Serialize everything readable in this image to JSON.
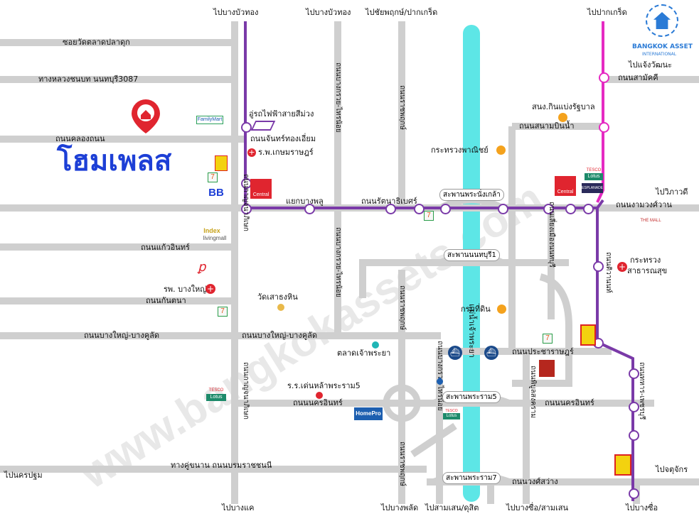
{
  "title": "โฮมเพลส",
  "brand": {
    "name": "BANGKOK ASSET",
    "sub": "INTERNATIONAL"
  },
  "watermark": "www.bangkokassets.com",
  "colors": {
    "road": "#cfcfcf",
    "river": "#5de6e6",
    "purple_line": "#7a3aa8",
    "pink_line": "#e52ac2",
    "title": "#1d3fd6",
    "pin": "#e0252f"
  },
  "directions": {
    "top_bangbuathong_1": "ไปบางบัวทอง",
    "top_bangbuathong_2": "ไปบางบัวทอง",
    "top_chaiyaphruek": "ไปชัยพฤกษ์/ปากเกร็ด",
    "top_pakkret": "ไปปากเกร็ด",
    "chaengwattana": "ไปแจ้งวัฒนะ",
    "viphavadi": "ไปวิภาวดี",
    "chatuchak": "ไปจตุจักร",
    "nakhonpathom": "ไปนครปฐม",
    "bangkhae": "ไปบางแค",
    "bangphlat": "ไปบางพลัด",
    "samsen_dusit": "ไปสามเสน/ดุสิต",
    "bangsue_samsen": "ไปบางซื่อ/สามเสน",
    "bangsue": "ไปบางซื่อ"
  },
  "roads": {
    "soi_wat_talat_pladuk": "ซอยวัดตลาดปลาดุก",
    "highway_3087": "ทางหลวงชนบท นนทบุรี3087",
    "khlong_thanon": "ถนนคลองถนน",
    "chan_thong_iam": "ถนนจันทร์ทองเอี่ยม",
    "kanchanaphisek": "ถนนกาญจนาภิเษก",
    "bang_kruai_sai_noi": "ถนนบางกรวย-ไทรน้อย",
    "ratchaphruek": "ถนนราชพฤกษ์",
    "yaek_bang_phlu": "แยกบางพลู",
    "rattanathibet": "ถนนรัตนาธิเบศร์",
    "samakkhi": "ถนนสามัคคี",
    "sanambinnam": "ถนนสนามบินน้ำ",
    "ngamwongwan": "ถนนงามวงศ์วาน",
    "liang_mueang": "ถนนเลี่ยงเมืองนนทบุรี",
    "kaeo_inn": "ถนนแก้วอินทร์",
    "kanchana": "ถนนกันตนา",
    "bang_yai_bang_khu_lat": "ถนนบางใหญ่-บางคูลัด",
    "tiwanon": "ถนนติวานนท์",
    "pracharat": "ถนนประชาราษฎร์",
    "nakhon_in": "ถนนนครอินทร์",
    "phibun_songkhram": "ถนนพิบูลสงคราม",
    "thepharak": "ถนนทหาร-เพชรบุรี",
    "kanchanaphisek_2": "ทางคู่ขนาน ถนนบรมราชชนนี",
    "wongsawang": "ถนนวงศ์สว่าง",
    "chao_phraya": "แม่น้ำเจ้าพระยา"
  },
  "bridges": {
    "phra_nang_klao": "สะพานพระนั่งเกล้า",
    "nonthaburi": "สะพานนนทบุรี1",
    "rama5": "สะพานพระราม5",
    "rama7": "สะพานพระราม7"
  },
  "places": {
    "mrt_station": "อู่รถไฟฟ้าสายสีม่วง",
    "kasem_hospital": "ร.พ.เกษมราษฎร์",
    "bang_yai_hospital": "รพ. บางใหญ่",
    "wat_sao_thong_hin": "วัดเสาธงหิน",
    "chao_phraya_market": "ตลาดเจ้าพระยา",
    "ratchaphat_school": "ร.ร.เด่นหล้าพระราม5",
    "commerce_ministry": "กระทรวงพาณิชย์",
    "land_department": "กรมที่ดิน",
    "govt_center": "สนง.กินแบ่งรัฐบาล",
    "public_health_1": "กระทรวง",
    "public_health_2": "สาธารณสุข"
  },
  "logos": {
    "familymart": "FamilyMart",
    "central": "Central",
    "bb": "BB",
    "index": "Index",
    "index_sub": "livingmall",
    "tesco": "TESCO",
    "lotus": "Lotus",
    "homepro": "HomePro",
    "esplanade": "ESPLANADE",
    "themall": "THE MALL",
    "seven": "7"
  }
}
